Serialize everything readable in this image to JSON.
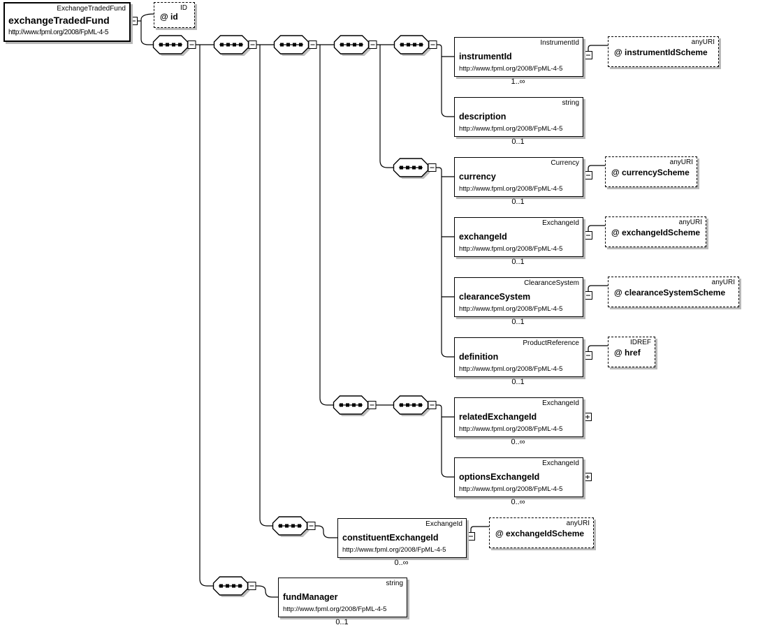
{
  "diagram": {
    "root": {
      "name": "exchangeTradedFund",
      "type": "ExchangeTradedFund",
      "namespace": "http://www.fpml.org/2008/FpML-4-5"
    },
    "root_attribute": {
      "label": "@ id",
      "type": "ID"
    },
    "elements": [
      {
        "name": "instrumentId",
        "type": "InstrumentId",
        "namespace": "http://www.fpml.org/2008/FpML-4-5",
        "cardinality": "1..∞",
        "attribute": {
          "label": "@ instrumentIdScheme",
          "type": "anyURI"
        }
      },
      {
        "name": "description",
        "type": "string",
        "namespace": "http://www.fpml.org/2008/FpML-4-5",
        "cardinality": "0..1"
      },
      {
        "name": "currency",
        "type": "Currency",
        "namespace": "http://www.fpml.org/2008/FpML-4-5",
        "cardinality": "0..1",
        "attribute": {
          "label": "@ currencyScheme",
          "type": "anyURI"
        }
      },
      {
        "name": "exchangeId",
        "type": "ExchangeId",
        "namespace": "http://www.fpml.org/2008/FpML-4-5",
        "cardinality": "0..1",
        "attribute": {
          "label": "@ exchangeIdScheme",
          "type": "anyURI"
        }
      },
      {
        "name": "clearanceSystem",
        "type": "ClearanceSystem",
        "namespace": "http://www.fpml.org/2008/FpML-4-5",
        "cardinality": "0..1",
        "attribute": {
          "label": "@ clearanceSystemScheme",
          "type": "anyURI"
        }
      },
      {
        "name": "definition",
        "type": "ProductReference",
        "namespace": "http://www.fpml.org/2008/FpML-4-5",
        "cardinality": "0..1",
        "attribute": {
          "label": "@ href",
          "type": "IDREF"
        }
      },
      {
        "name": "relatedExchangeId",
        "type": "ExchangeId",
        "namespace": "http://www.fpml.org/2008/FpML-4-5",
        "cardinality": "0..∞",
        "expandable": true
      },
      {
        "name": "optionsExchangeId",
        "type": "ExchangeId",
        "namespace": "http://www.fpml.org/2008/FpML-4-5",
        "cardinality": "0..∞",
        "expandable": true
      },
      {
        "name": "constituentExchangeId",
        "type": "ExchangeId",
        "namespace": "http://www.fpml.org/2008/FpML-4-5",
        "cardinality": "0..∞",
        "attribute": {
          "label": "@ exchangeIdScheme",
          "type": "anyURI"
        }
      },
      {
        "name": "fundManager",
        "type": "string",
        "namespace": "http://www.fpml.org/2008/FpML-4-5",
        "cardinality": "0..1"
      }
    ]
  }
}
